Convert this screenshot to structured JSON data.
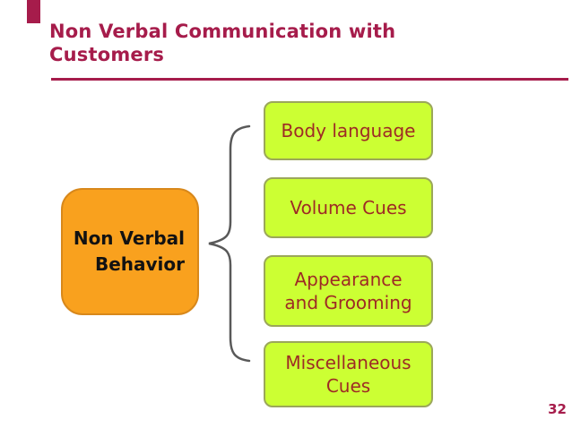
{
  "title": {
    "line1": "Non Verbal Communication with",
    "line2": "Customers"
  },
  "diagram": {
    "source_box": {
      "label": "Non Verbal\nBehavior"
    },
    "items": [
      {
        "label": "Body language"
      },
      {
        "label": "Volume Cues"
      },
      {
        "label": "Appearance\nand Grooming"
      },
      {
        "label": "Miscellaneous\nCues"
      }
    ]
  },
  "page": {
    "number": "32"
  },
  "colors": {
    "title_text": "#A61C4B",
    "accent_tab": "#A61C4B",
    "title_rule": "#A61C4B",
    "source_box_fill": "#F9A11E",
    "source_box_border": "#D8881B",
    "source_box_text": "#121212",
    "item_box_fill": "#CCFF33",
    "item_box_border": "#9BA75A",
    "item_box_text": "#9E2A25",
    "brace_stroke": "#595959",
    "page_number_text": "#A61C4B",
    "background": "#FFFFFF"
  }
}
